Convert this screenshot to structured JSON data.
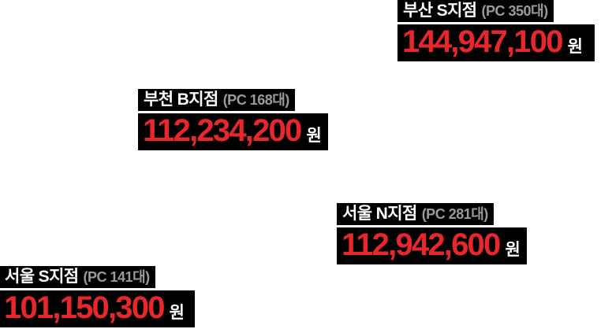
{
  "colors": {
    "background": "#ffffff",
    "strip_background": "#000000",
    "branch_text": "#ffffff",
    "pc_count_text": "#9a9a9a",
    "amount_text": "#e8272c",
    "unit_text": "#ffffff"
  },
  "labels": [
    {
      "branch": "부산 S지점",
      "pc_count": "(PC 350대)",
      "amount": "144,947,100",
      "unit": "원"
    },
    {
      "branch": "부천 B지점",
      "pc_count": "(PC 168대)",
      "amount": "112,234,200",
      "unit": "원"
    },
    {
      "branch": "서울 N지점",
      "pc_count": "(PC 281대)",
      "amount": "112,942,600",
      "unit": "원"
    },
    {
      "branch": "서울 S지점",
      "pc_count": "(PC 141대)",
      "amount": "101,150,300",
      "unit": "원"
    }
  ]
}
